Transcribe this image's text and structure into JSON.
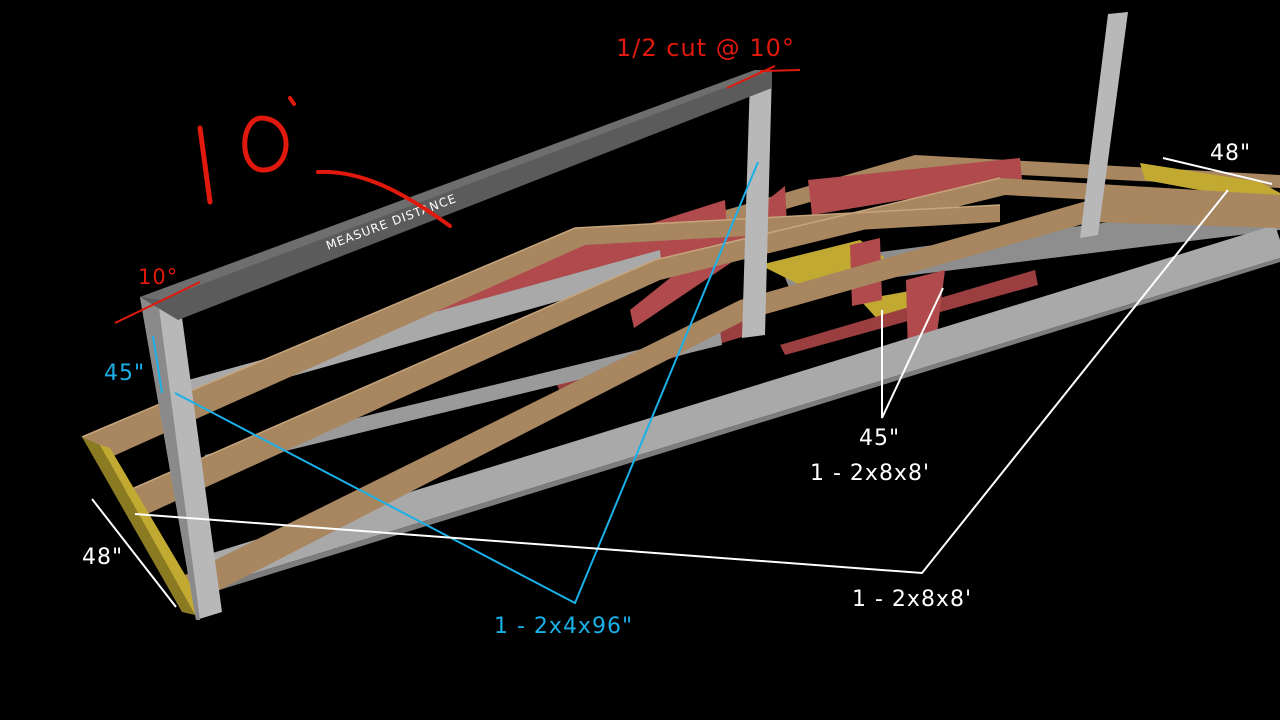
{
  "canvas": {
    "background": "#000000"
  },
  "colors": {
    "lumber_tan": "#a88660",
    "lumber_gray": "#a9a9a9",
    "lumber_red": "#b04a4c",
    "lumber_yellow": "#c2aa32",
    "beam_dark": "#5b5b5b",
    "annotation_white": "#ffffff",
    "annotation_red": "#e0190c",
    "annotation_cyan": "#1ab0e8"
  },
  "beam_text": "MEASURE DISTANCE",
  "annotations": {
    "cut_note": "1/2 cut @ 10°",
    "angle_left": "10°",
    "handwritten_length": "10'",
    "post_height_left": "45\"",
    "width_left": "48\"",
    "width_right": "48\"",
    "post_height_right": "45\"",
    "board_right_top": "1 - 2x8x8'",
    "board_bottom": "1 - 2x8x8'",
    "board_2x4": "1 - 2x4x96\""
  }
}
